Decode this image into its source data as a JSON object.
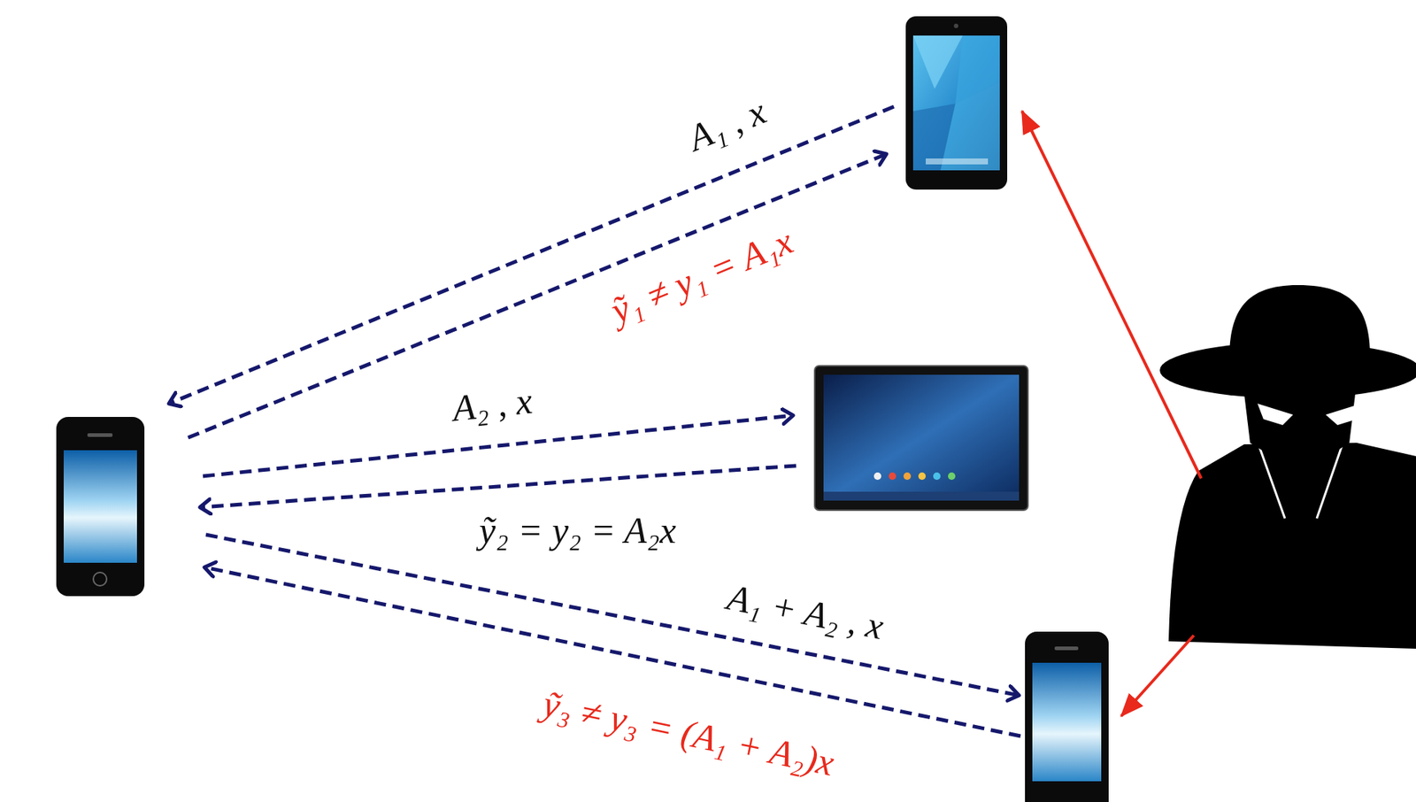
{
  "diagram": {
    "labels": [
      "A₁ , x",
      "ỹ₁ ≠ y₁ = A₁x",
      "A₂ , x",
      "ỹ₂ = y₂ = A₂x",
      "A₁ + A₂ , x",
      "ỹ₃ ≠ y₃ = (A₁ + A₂)x"
    ]
  }
}
